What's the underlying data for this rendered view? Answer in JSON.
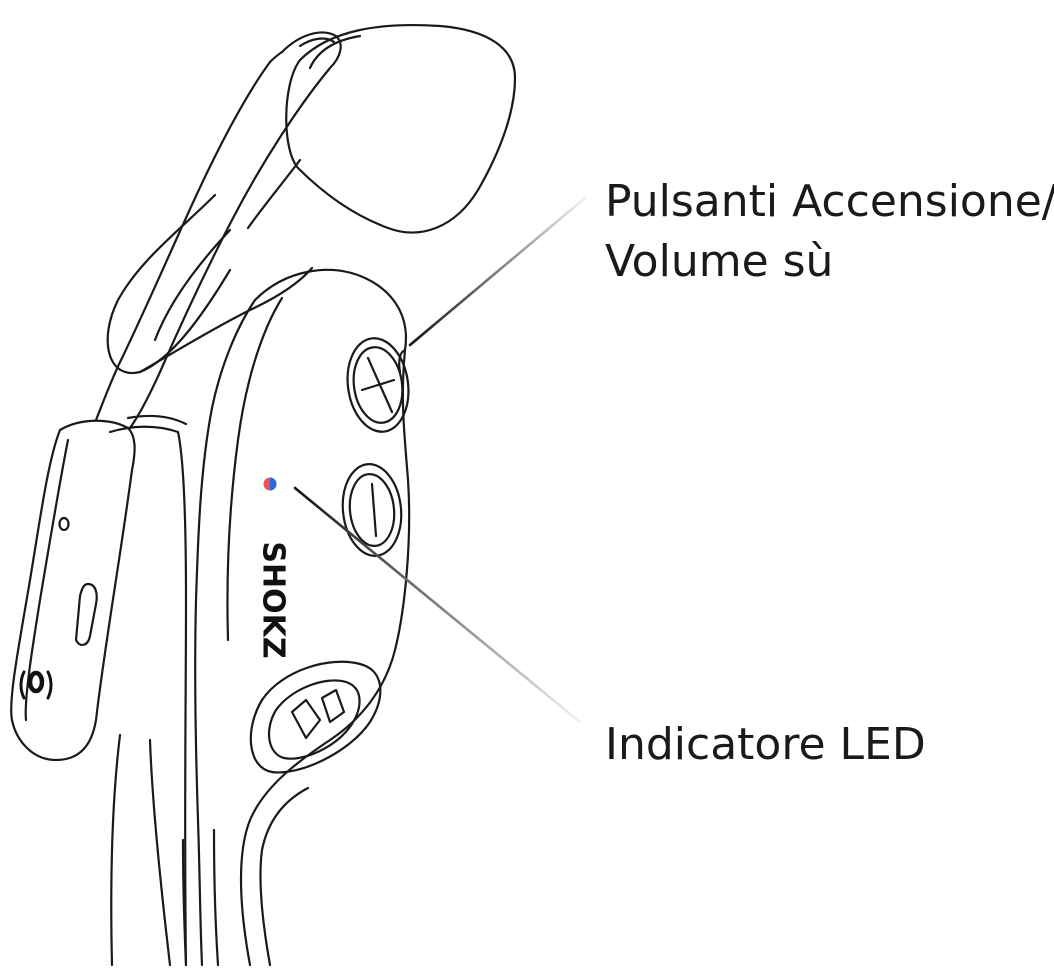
{
  "diagram": {
    "callouts": {
      "power_volume_up": {
        "line1": "Pulsanti Accensione/",
        "line2": "Volume sù"
      },
      "led_indicator": {
        "text": "Indicatore LED"
      }
    },
    "device": {
      "brand_mark": "SHOKZ",
      "led_colors": [
        "#e8505b",
        "#2b6cd9"
      ]
    },
    "colors": {
      "outline": "#1a1a1a",
      "text": "#1a1a1a",
      "background": "#ffffff"
    }
  }
}
